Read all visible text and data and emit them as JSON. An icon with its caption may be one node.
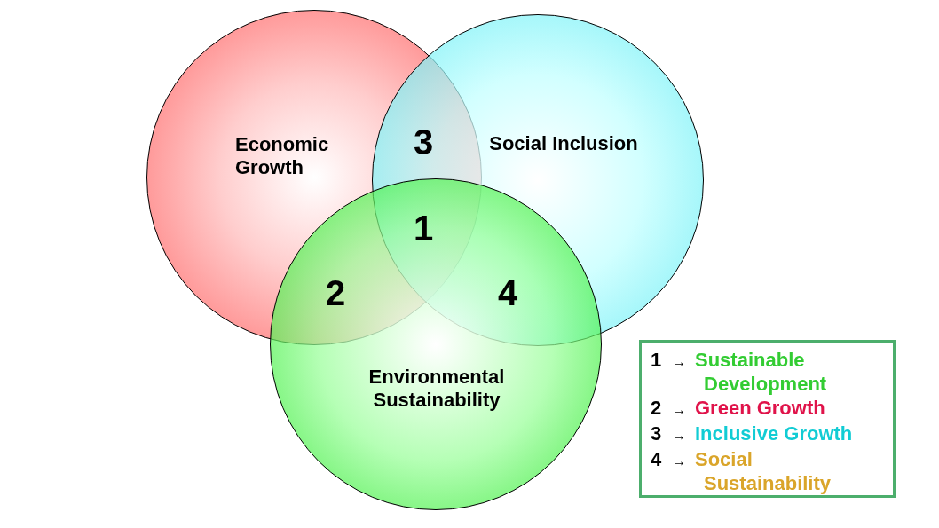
{
  "diagram": {
    "nodes": [
      {
        "text": [
          "Economic Growth"
        ]
      },
      {
        "text": [
          "Social Inclusion"
        ]
      },
      {
        "text": [
          "Environmental Sustainability"
        ]
      }
    ],
    "edges": [],
    "labels": [
      "3",
      "1",
      "2",
      "4"
    ],
    "legend": [
      {
        "text": "1 → Sustainable Development"
      },
      {
        "text": "2 → Green Growth"
      },
      {
        "text": "3 → Inclusive Growth"
      },
      {
        "text": "4 → Social Sustainability"
      }
    ]
  }
}
